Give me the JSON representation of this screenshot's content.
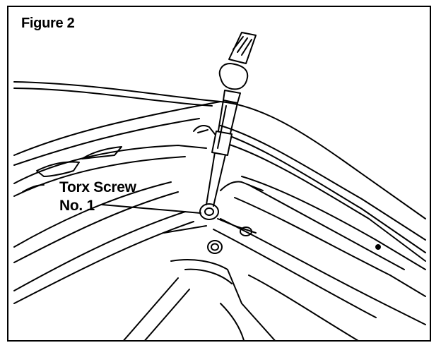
{
  "figure": {
    "title": "Figure 2"
  },
  "callout": {
    "line1": "Torx Screw",
    "line2": "No. 1"
  },
  "colors": {
    "ink": "#000000",
    "paper": "#ffffff"
  },
  "icons": {
    "tool": "torx-screwdriver-icon"
  }
}
